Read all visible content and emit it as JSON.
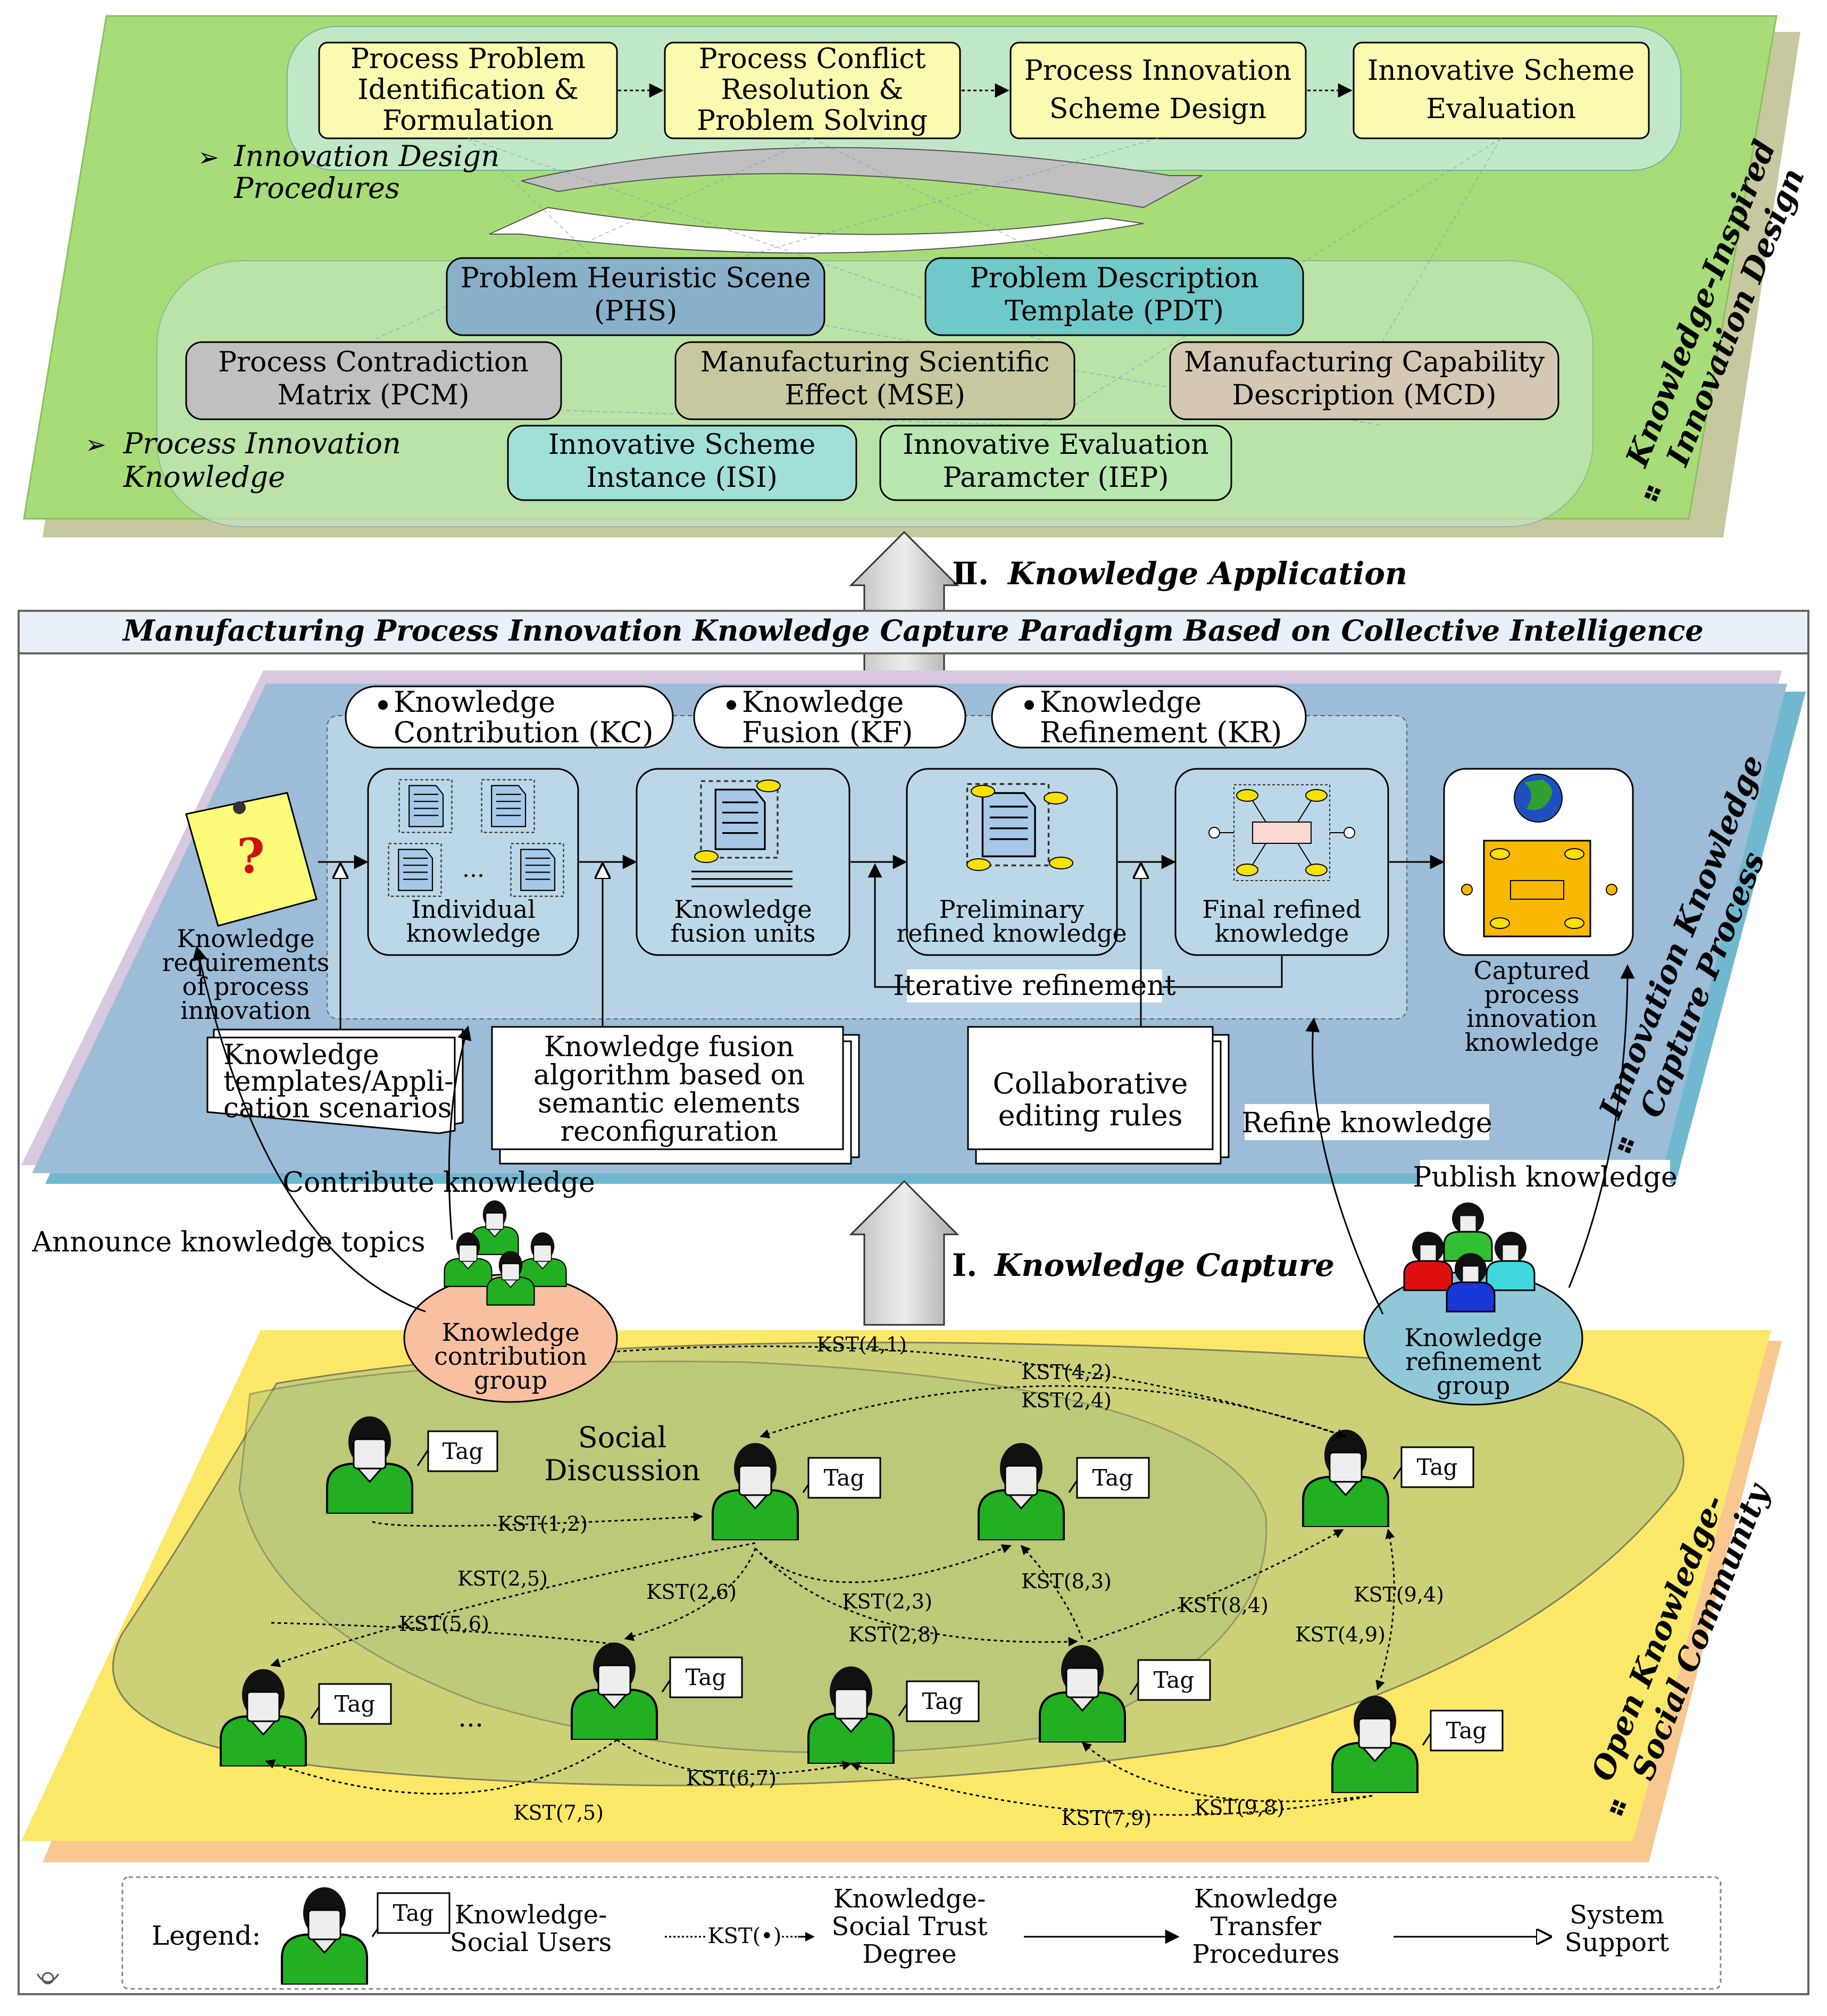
{
  "top_layer": {
    "side_title_1": "Knowledge-Inspired",
    "side_title_2": "Innovation Design",
    "procedures_label_1": "Innovation Design",
    "procedures_label_2": "Procedures",
    "knowledge_label_1": "Process Innovation",
    "knowledge_label_2": "Knowledge",
    "procedures": [
      [
        "Process Problem",
        "Identification &",
        "Formulation"
      ],
      [
        "Process Conflict",
        "Resolution &",
        "Problem Solving"
      ],
      [
        "Process Innovation",
        "Scheme Design"
      ],
      [
        "Innovative Scheme",
        "Evaluation"
      ]
    ],
    "knowledge": {
      "phs": [
        "Problem Heuristic Scene",
        "(PHS)"
      ],
      "pdt": [
        "Problem Description",
        "Template (PDT)"
      ],
      "pcm": [
        "Process Contradiction",
        "Matrix (PCM)"
      ],
      "mse": [
        "Manufacturing Scientific",
        "Effect  (MSE)"
      ],
      "mcd": [
        "Manufacturing Capability",
        "Description (MCD)"
      ],
      "isi": [
        "Innovative Scheme",
        "Instance (ISI)"
      ],
      "iep": [
        "Innovative Evaluation",
        "Paramcter (IEP)"
      ]
    }
  },
  "arrows": {
    "application_num": "Ⅱ.",
    "application": "Knowledge Application",
    "capture_num": "Ⅰ.",
    "capture": "Knowledge Capture"
  },
  "paradigm_title": "Manufacturing Process Innovation Knowledge Capture Paradigm Based on Collective Intelligence",
  "middle_layer": {
    "side_title_1": "Innovation Knowledge",
    "side_title_2": "Capture Process",
    "phases": [
      [
        "Knowledge",
        "Contribution (KC)"
      ],
      [
        "Knowledge",
        "Fusion (KF)"
      ],
      [
        "Knowledge",
        "Refinement (KR)"
      ]
    ],
    "requirements": [
      "Knowledge",
      "requirements",
      "of process",
      "innovation"
    ],
    "individual": [
      "Individual",
      "knowledge"
    ],
    "ellipsis": "...",
    "fusion_units": [
      "Knowledge",
      "fusion units"
    ],
    "preliminary": [
      "Preliminary",
      "refined knowledge"
    ],
    "final": [
      "Final refined",
      "knowledge"
    ],
    "captured": [
      "Captured",
      "process",
      "innovation",
      "knowledge"
    ],
    "iterative": "Iterative refinement",
    "templates": [
      "Knowledge",
      "templates/Appli-",
      "cation scenarios"
    ],
    "fusion_algo": [
      "Knowledge fusion",
      "algorithm based on",
      "semantic elements",
      "reconfiguration"
    ],
    "collab": [
      "Collaborative",
      "editing rules"
    ],
    "refine": "Refine knowledge",
    "publish": "Publish knowledge",
    "contribute": "Contribute knowledge",
    "announce": "Announce knowledge topics"
  },
  "community": {
    "side_title_1": "Open Knowledge-",
    "side_title_2": "Social Community",
    "contribution_group": [
      "Knowledge",
      "contribution",
      "group"
    ],
    "refinement_group": [
      "Knowledge",
      "refinement",
      "group"
    ],
    "social_discussion": [
      "Social",
      "Discussion"
    ],
    "tag": "Tag",
    "dots": "...",
    "kst_labels": [
      "KST(4,1)",
      "KST(4,2)",
      "KST(2,4)",
      "KST(1,2)",
      "KST(2,5)",
      "KST(2,6)",
      "KST(2,3)",
      "KST(2,8)",
      "KST(8,3)",
      "KST(8,4)",
      "KST(9,4)",
      "KST(4,9)",
      "KST(5,6)",
      "KST(6,7)",
      "KST(7,5)",
      "KST(7,9)",
      "KST(9,8)"
    ]
  },
  "legend": {
    "title": "Legend:",
    "tag": "Tag",
    "users": [
      "Knowledge-",
      "Social Users"
    ],
    "kst": "KST(•)",
    "trust": [
      "Knowledge-",
      "Social Trust",
      "Degree"
    ],
    "transfer": [
      "Knowledge",
      "Transfer",
      "Procedures"
    ],
    "support": [
      "System",
      "Support"
    ]
  },
  "colors": {
    "top_green": "#a8dc78",
    "mid_blue": "#9cbcd8",
    "yellow": "#fce868",
    "proc_box": "#fafab0",
    "user_green": "#22b022"
  }
}
